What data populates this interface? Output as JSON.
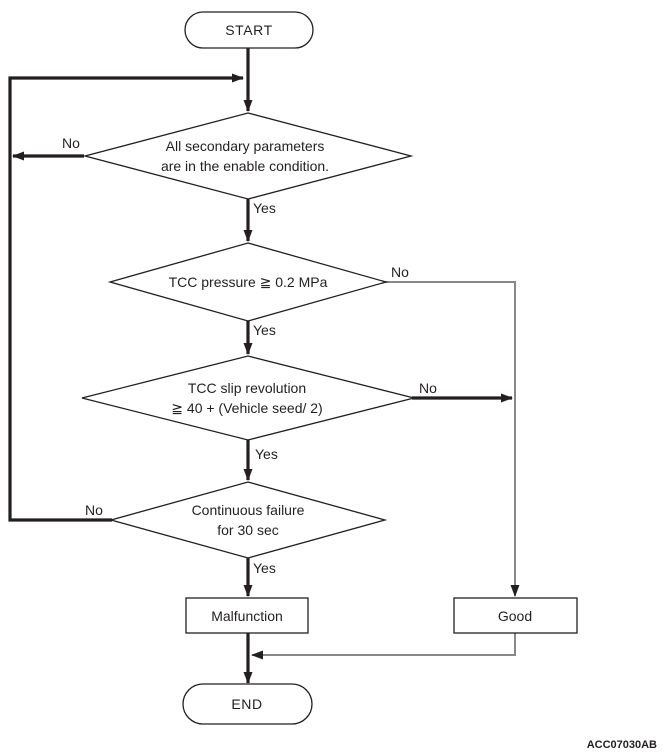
{
  "figure_code": "ACC07030AB",
  "colors": {
    "line": "#231f20",
    "muted_line": "#87888a",
    "background": "#ffffff"
  },
  "flowchart": {
    "start": {
      "label": "START"
    },
    "end": {
      "label": "END"
    },
    "decisions": [
      {
        "lines": [
          "All secondary parameters",
          "are in the enable condition."
        ],
        "yes_label": "Yes",
        "no_label": "No"
      },
      {
        "lines": [
          "TCC pressure ≧ 0.2 MPa"
        ],
        "yes_label": "Yes",
        "no_label": "No"
      },
      {
        "lines": [
          "TCC slip revolution",
          "≧ 40 + (Vehicle seed/ 2)"
        ],
        "yes_label": "Yes",
        "no_label": "No"
      },
      {
        "lines": [
          "Continuous failure",
          "for 30 sec"
        ],
        "yes_label": "Yes",
        "no_label": "No"
      }
    ],
    "results": {
      "malfunction": "Malfunction",
      "good": "Good"
    }
  }
}
